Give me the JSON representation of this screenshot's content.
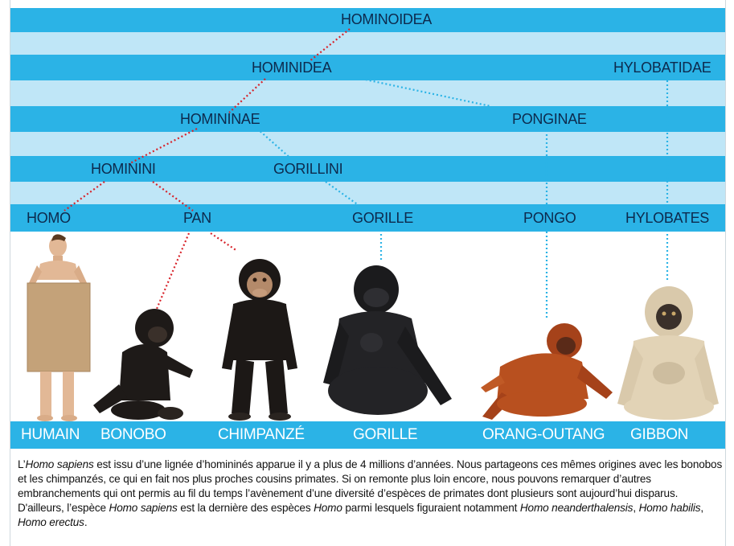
{
  "colors": {
    "band": "#2bb3e6",
    "band_light": "#bfe6f7",
    "text": "#0d2a4d",
    "red_link": "#d8232a",
    "blue_link": "#2bb3e6"
  },
  "taxa": {
    "hominoidea": "HOMINOIDEA",
    "hominidea": "HOMINIDEA",
    "hylobatidae": "HYLOBATIDAE",
    "homininae": "HOMININAE",
    "ponginae": "PONGINAE",
    "hominini": "HOMININI",
    "gorillini": "GORILLINI",
    "homo": "HOMO",
    "pan": "PAN",
    "gorille": "GORILLE",
    "pongo": "PONGO",
    "hylobates": "HYLOBATES"
  },
  "species": [
    {
      "name": "HUMAIN",
      "icon": "human-figure"
    },
    {
      "name": "BONOBO",
      "icon": "bonobo-photo"
    },
    {
      "name": "CHIMPANZÉ",
      "icon": "chimpanzee-photo"
    },
    {
      "name": "GORILLE",
      "icon": "gorilla-photo"
    },
    {
      "name": "ORANG-OUTANG",
      "icon": "orangutan-photo"
    },
    {
      "name": "GIBBON",
      "icon": "gibbon-photo"
    }
  ],
  "caption": {
    "p1": "L’",
    "i1": "Homo sapiens",
    "p2": " est  issu d’une lignée d’homininés apparue il y a plus de 4 millions d’années. Nous partageons ces mêmes origines avec les bonobos et les chimpanzés, ce qui en fait nos plus proches cousins primates. Si on remonte plus loin encore, nous pouvons remarquer d’autres embranchements qui ont permis au fil du temps l’avènement d’une diversité d’espèces de primates dont plusieurs sont aujourd’hui disparus. D'ailleurs, l’espèce ",
    "i2": "Homo sapiens",
    "p3": " est la dernière des espèces ",
    "i3": "Homo",
    "p4": " parmi lesquels figuraient notamment ",
    "i4": "Homo neanderthalensis",
    "p5": ", ",
    "i5": "Homo habilis",
    "p6": ", ",
    "i6": "Homo erectus",
    "p7": "."
  }
}
